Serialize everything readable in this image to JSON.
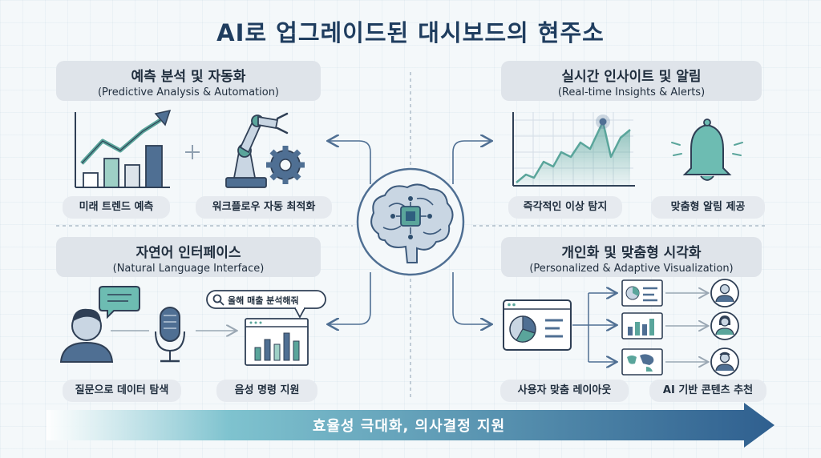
{
  "title": "AI로 업그레이드된 대시보드의 현주소",
  "sections": {
    "predictive": {
      "title_ko": "예측 분석 및 자동화",
      "title_en": "(Predictive Analysis & Automation)",
      "items": [
        "미래 트렌드 예측",
        "워크플로우 자동 최적화"
      ]
    },
    "realtime": {
      "title_ko": "실시간 인사이트 및 알림",
      "title_en": "(Real-time Insights & Alerts)",
      "items": [
        "즉각적인 이상 탐지",
        "맞춤형 알림 제공"
      ]
    },
    "nlp": {
      "title_ko": "자연어 인터페이스",
      "title_en": "(Natural Language Interface)",
      "items": [
        "질문으로 데이터 탐색",
        "음성 명령 지원"
      ],
      "query": "올해 매출 분석해줘"
    },
    "personalized": {
      "title_ko": "개인화 및 맞춤형 시각화",
      "title_en": "(Personalized & Adaptive Visualization)",
      "items": [
        "사용자 맞춤 레이아웃",
        "AI 기반 콘텐츠 추천"
      ]
    }
  },
  "footer": "효율성 극대화, 의사결정 지원",
  "colors": {
    "navy": "#1f3d5f",
    "teal": "#5aa59b",
    "slate": "#4f6f93",
    "pill": "#dfe4ea"
  }
}
